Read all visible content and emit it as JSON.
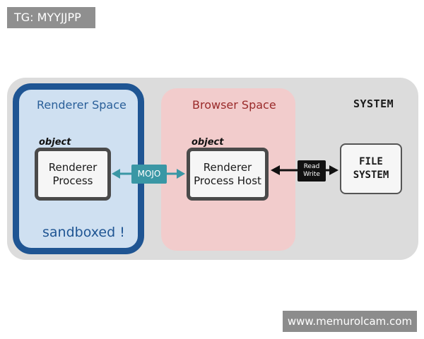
{
  "tag": "TG: MYYJJPP",
  "watermark": "www.memurolcam.com",
  "system": {
    "label": "SYSTEM"
  },
  "renderer_space": {
    "label": "Renderer Space",
    "object_label": "object",
    "process": [
      "Renderer",
      "Process"
    ],
    "sandboxed": "sandboxed !"
  },
  "browser_space": {
    "label": "Browser Space",
    "object_label": "object",
    "host": [
      "Renderer",
      "Process Host"
    ]
  },
  "mojo": "MOJO",
  "readwrite": [
    "Read",
    "Write"
  ],
  "file_system": [
    "FILE",
    "SYSTEM"
  ],
  "colors": {
    "renderer_border": "#1f5593",
    "renderer_fill": "#cfe0f1",
    "browser_fill": "#f2cccc",
    "mojo": "#3a97a5",
    "system_fill": "#dcdcdc"
  }
}
